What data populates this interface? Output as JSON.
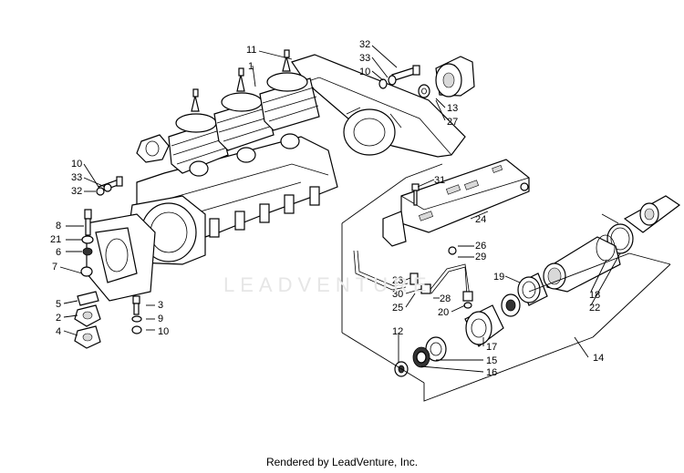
{
  "watermark": "LEADVENTURE",
  "footer": "Rendered by LeadVenture, Inc.",
  "callouts": {
    "c1": "1",
    "c11": "11",
    "c32a": "32",
    "c33a": "33",
    "c10a": "10",
    "c13": "13",
    "c27": "27",
    "c10b": "10",
    "c33b": "33",
    "c32b": "32",
    "c8": "8",
    "c21": "21",
    "c6": "6",
    "c7": "7",
    "c5": "5",
    "c2": "2",
    "c4": "4",
    "c3": "3",
    "c9": "9",
    "c10c": "10",
    "c31": "31",
    "c24": "24",
    "c26": "26",
    "c29": "29",
    "c23": "23",
    "c30": "30",
    "c25": "25",
    "c28": "28",
    "c20": "20",
    "c19": "19",
    "c18": "18",
    "c22": "22",
    "c12": "12",
    "c17": "17",
    "c15": "15",
    "c16": "16",
    "c14": "14"
  }
}
